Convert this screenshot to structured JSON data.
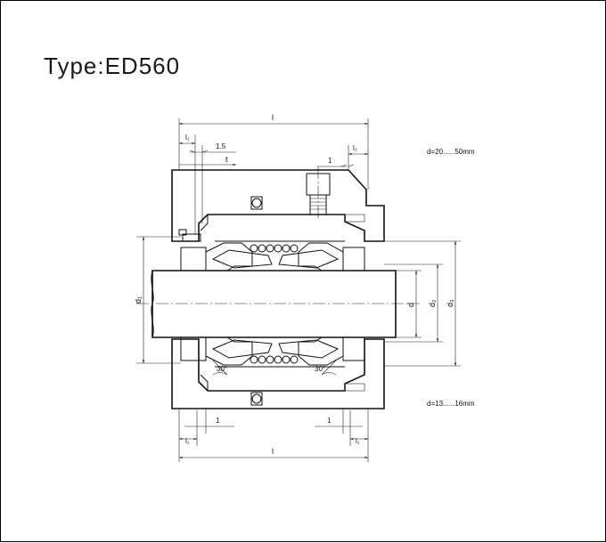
{
  "title": "Type:ED560",
  "notes": {
    "upper_range": "d=20......50mm",
    "lower_range": "d=13......16mm"
  },
  "dimensions": {
    "l_top": "l",
    "l_bottom": "l",
    "l1_top": "l₁",
    "l1_bottom_left": "l₁",
    "l1_bottom_right": "l₁",
    "l2": "l₂",
    "t": "t",
    "gap_1_5": "1.5",
    "gap_1_top": "1",
    "gap_1_bottom_left": "1",
    "gap_1_bottom_right": "1",
    "d": "d",
    "d1": "d₁",
    "d2": "d₂",
    "d3": "d₃",
    "angle_left": "30°",
    "angle_right": "30°"
  }
}
